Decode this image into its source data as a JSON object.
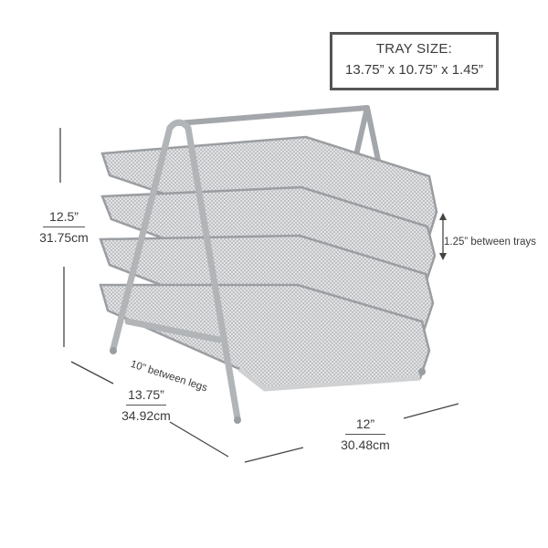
{
  "tray_size_box": {
    "title": "TRAY SIZE:",
    "dimensions": "13.75” x 10.75” x 1.45”"
  },
  "height": {
    "inches": "12.5”",
    "cm": "31.75cm"
  },
  "depth": {
    "inches": "13.75”",
    "cm": "34.92cm"
  },
  "width": {
    "inches": "12”",
    "cm": "30.48cm"
  },
  "tray_spacing_label": "1.25” between trays",
  "leg_spacing_label": "10” between legs",
  "colors": {
    "metal": "#b9bcbf",
    "metal_dark": "#8d9094",
    "text": "#3a3a3a",
    "border": "#555555"
  }
}
